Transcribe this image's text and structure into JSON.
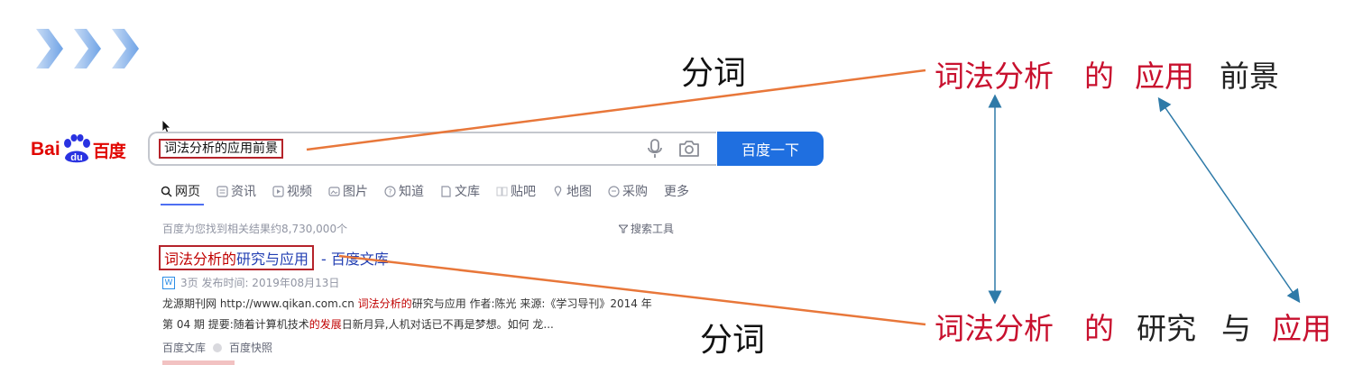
{
  "logo": {
    "part1": "Bai",
    "part2": "du",
    "cn": "百度"
  },
  "search": {
    "query": "词法分析的应用前景",
    "button_label": "百度一下"
  },
  "tabs": [
    {
      "label": "网页",
      "icon": "search-icon",
      "active": true
    },
    {
      "label": "资讯",
      "icon": "news-icon"
    },
    {
      "label": "视频",
      "icon": "video-icon"
    },
    {
      "label": "图片",
      "icon": "image-icon"
    },
    {
      "label": "知道",
      "icon": "question-icon"
    },
    {
      "label": "文库",
      "icon": "document-icon"
    },
    {
      "label": "贴吧",
      "icon": "tieba-icon"
    },
    {
      "label": "地图",
      "icon": "map-icon"
    },
    {
      "label": "采购",
      "icon": "shopping-icon"
    },
    {
      "label": "更多"
    }
  ],
  "results_info": {
    "count_text": "百度为您找到相关结果约8,730,000个",
    "search_tools": "搜索工具"
  },
  "result": {
    "title_red": "词法分析的",
    "title_blue": "研究与应用",
    "title_suffix": "- 百度文库",
    "badge": "W",
    "meta": "3页 发布时间: 2019年08月13日",
    "snippet1_a": "龙源期刊网 http://www.qikan.com.cn ",
    "snippet1_red": "词法分析的",
    "snippet1_b": "研究与应用 作者:陈光 来源:《学习导刊》2014 年",
    "snippet2_a": "第 04 期 提要:随着计算机技术",
    "snippet2_red": "的发展",
    "snippet2_b": "日新月异,人机对话已不再是梦想。如何 龙...",
    "source": "百度文库",
    "snapshot": "百度快照"
  },
  "annotations": {
    "label_top": "分词",
    "label_bottom": "分词",
    "top_segments": [
      "词法分析",
      "的",
      "应用",
      "前景"
    ],
    "bottom_segments": [
      "词法分析",
      "的",
      "研究",
      "与",
      "应用"
    ]
  },
  "colors": {
    "highlight_red": "#c8102e",
    "baidu_blue": "#1f6fe0",
    "connector_orange": "#e8773a",
    "arrow_blue": "#2e7aa8"
  }
}
